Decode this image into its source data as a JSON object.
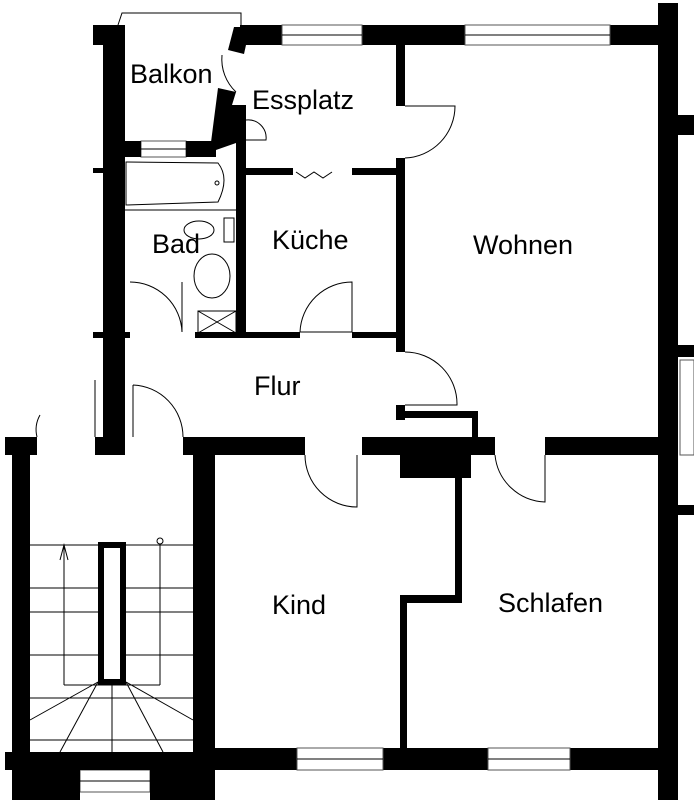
{
  "rooms": {
    "balkon": "Balkon",
    "essplatz": "Essplatz",
    "bad": "Bad",
    "kueche": "Küche",
    "wohnen": "Wohnen",
    "flur": "Flur",
    "kind": "Kind",
    "schlafen": "Schlafen"
  },
  "colors": {
    "wall": "#000000",
    "background": "#ffffff"
  }
}
